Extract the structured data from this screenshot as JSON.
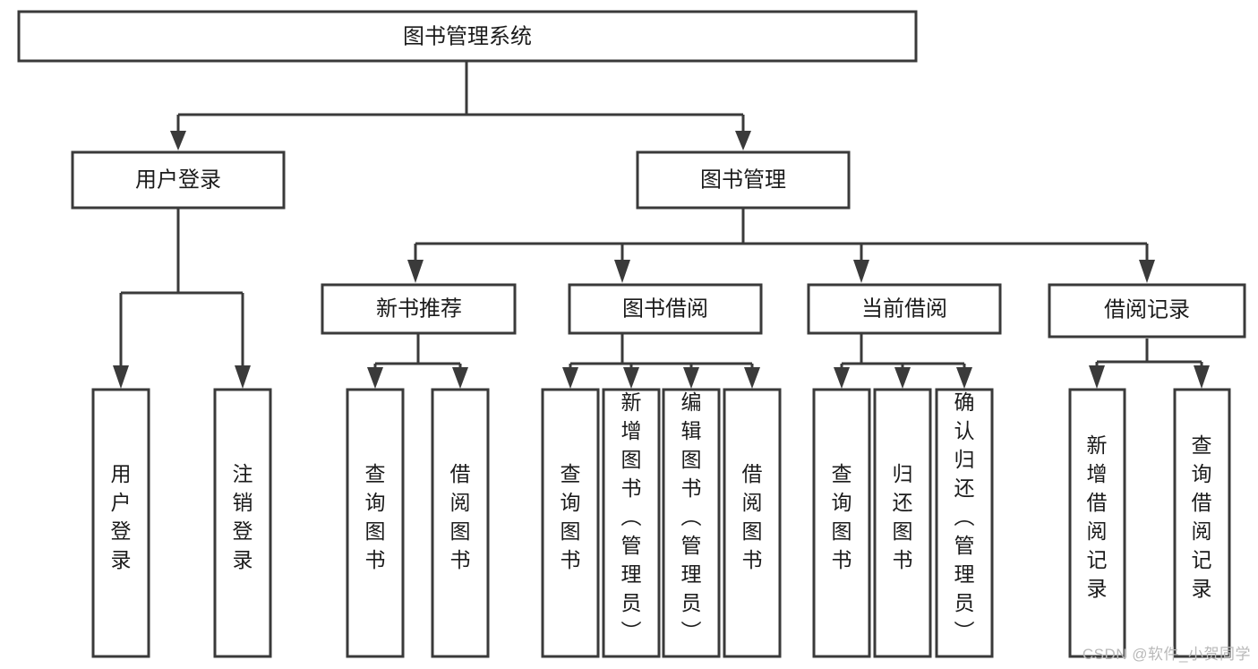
{
  "diagram": {
    "type": "tree-hierarchy",
    "title": "图书管理系统",
    "watermark": "CSDN @软件_小贺同学",
    "colors": {
      "stroke": "#3a3a3a",
      "fill": "#ffffff",
      "text": "#1b1b1b",
      "watermark": "#b9b9b9"
    },
    "nodes": {
      "root": {
        "label": "图书管理系统"
      },
      "level2": [
        {
          "label": "用户登录"
        },
        {
          "label": "图书管理"
        }
      ],
      "level3": [
        {
          "label": "新书推荐"
        },
        {
          "label": "图书借阅"
        },
        {
          "label": "当前借阅"
        },
        {
          "label": "借阅记录"
        }
      ],
      "leaves": {
        "user_login": [
          {
            "label": "用户登录"
          },
          {
            "label": "注销登录"
          }
        ],
        "new_book": [
          {
            "label": "查询图书"
          },
          {
            "label": "借阅图书"
          }
        ],
        "book_borrow": [
          {
            "label": "查询图书"
          },
          {
            "label": "新增图书（管理员）"
          },
          {
            "label": "编辑图书（管理员）"
          },
          {
            "label": "借阅图书"
          }
        ],
        "current_borrow": [
          {
            "label": "查询图书"
          },
          {
            "label": "归还图书"
          },
          {
            "label": "确认归还（管理员）"
          }
        ],
        "borrow_record": [
          {
            "label": "新增借阅记录"
          },
          {
            "label": "查询借阅记录"
          }
        ]
      }
    }
  }
}
